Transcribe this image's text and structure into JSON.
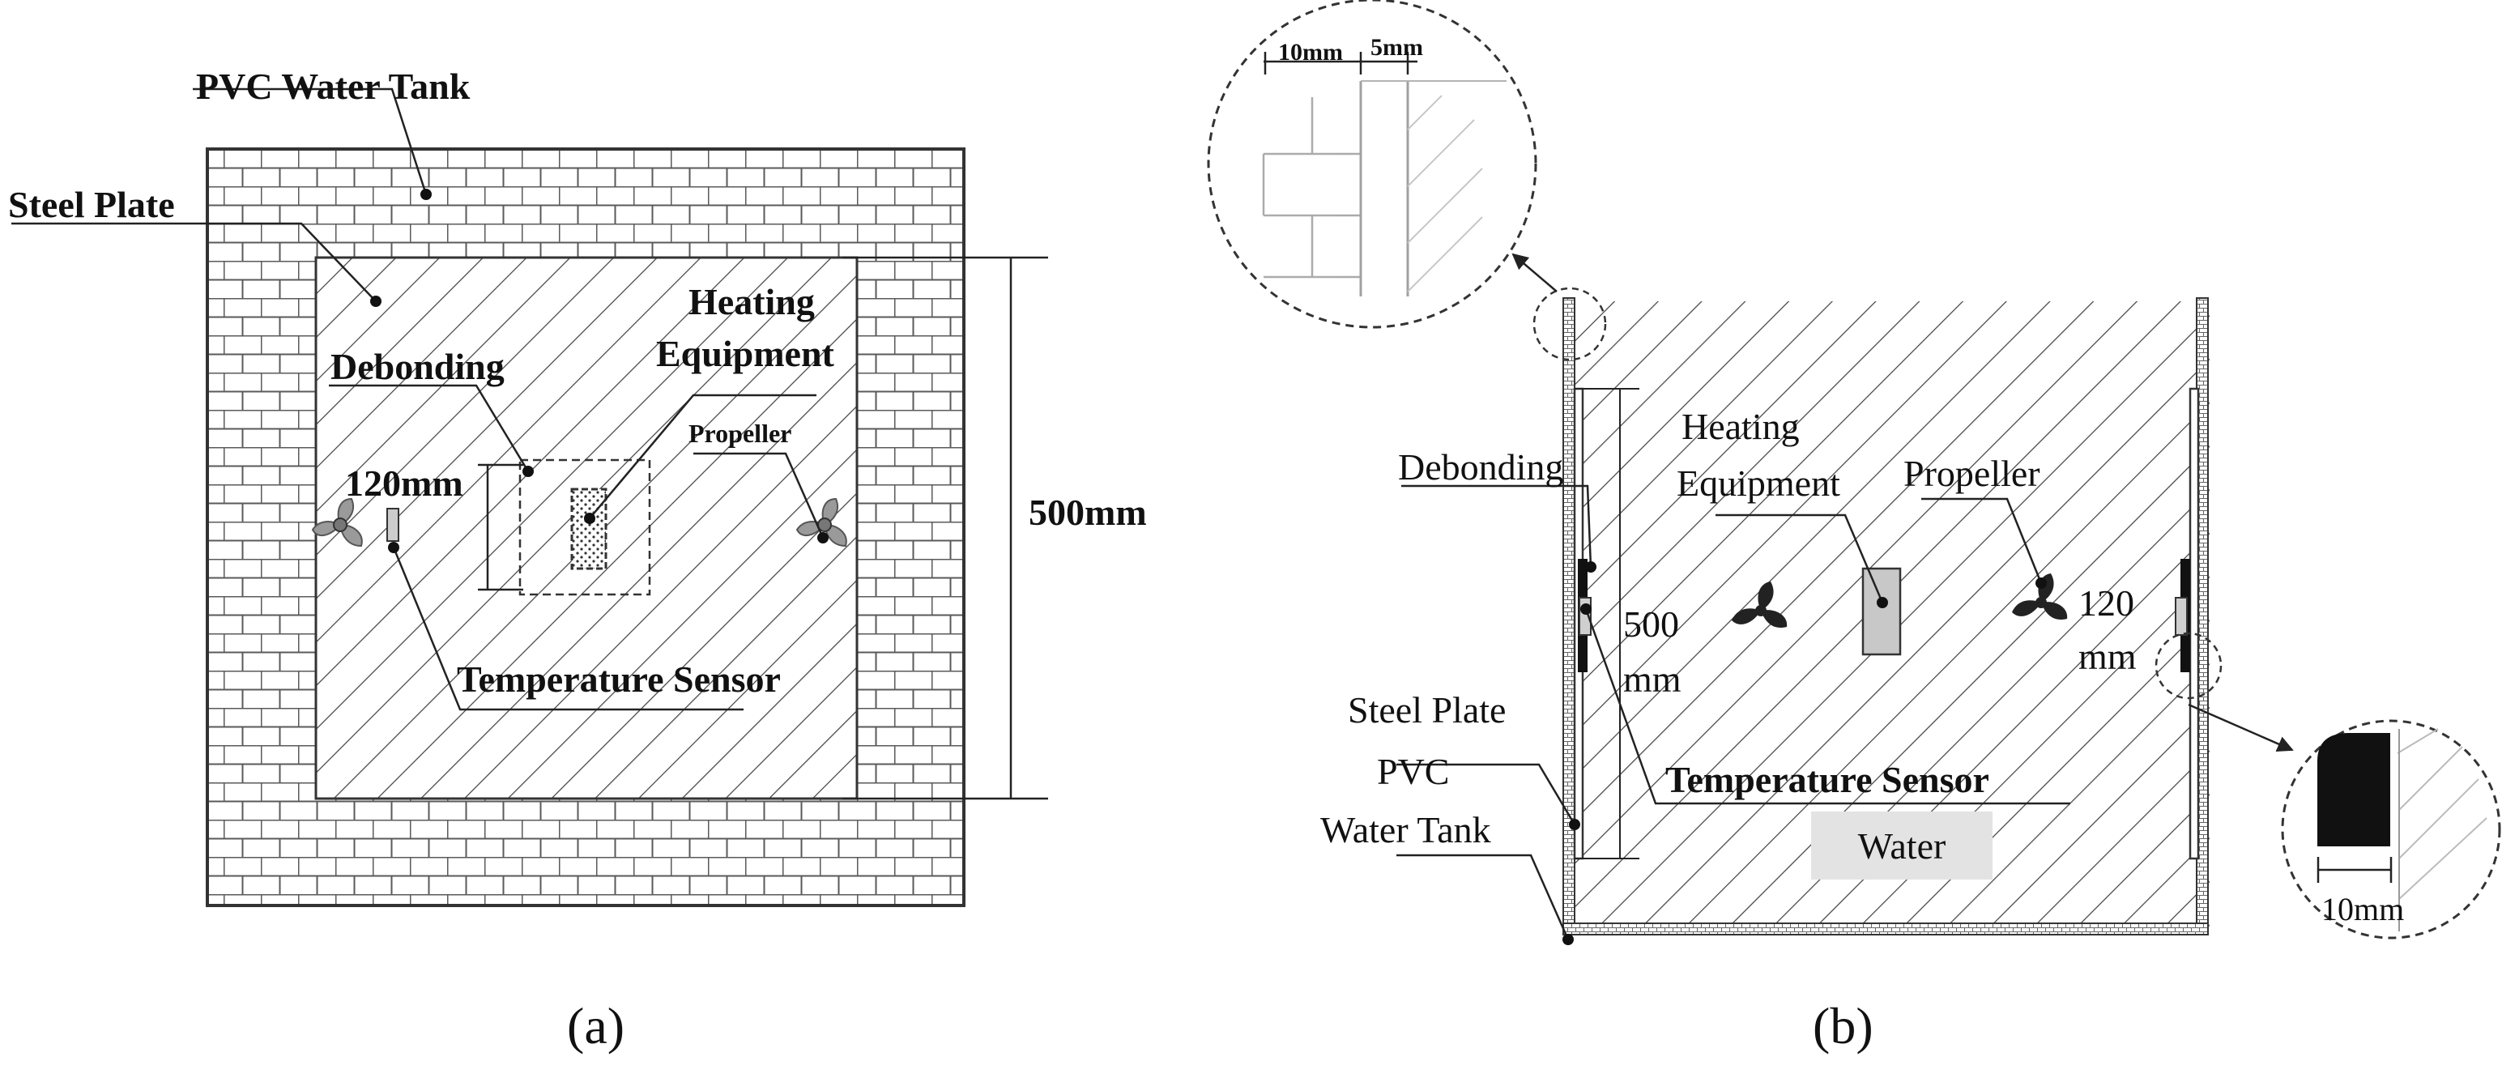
{
  "panel_a": {
    "caption": "(a)",
    "labels": {
      "pvc_water_tank": "PVC Water Tank",
      "steel_plate": "Steel Plate",
      "heating_equipment_line1": "Heating",
      "heating_equipment_line2": "Equipment",
      "debonding": "Debonding",
      "propeller": "Propeller",
      "dim_120": "120mm",
      "dim_500": "500mm",
      "temperature_sensor": "Temperature Sensor"
    }
  },
  "panel_b": {
    "caption": "(b)",
    "labels": {
      "zoom_10mm": "10mm",
      "zoom_5mm": "5mm",
      "heating_line1": "Heating",
      "heating_line2": "Equipment",
      "propeller": "Propeller",
      "debonding": "Debonding",
      "dim_500_line1": "500",
      "dim_500_line2": "mm",
      "dim_120_line1": "120",
      "dim_120_line2": "mm",
      "steel_plate": "Steel Plate",
      "pvc_line1": "PVC",
      "pvc_line2": "Water Tank",
      "temperature_sensor": "Temperature Sensor",
      "water": "Water",
      "zoom_bottom_10mm": "10mm"
    }
  },
  "colors": {
    "line": "#222222",
    "hatch": "#444444",
    "brick": "#555555",
    "gray_fill": "#bfbfbf",
    "water_box": "#e3e3e3"
  }
}
